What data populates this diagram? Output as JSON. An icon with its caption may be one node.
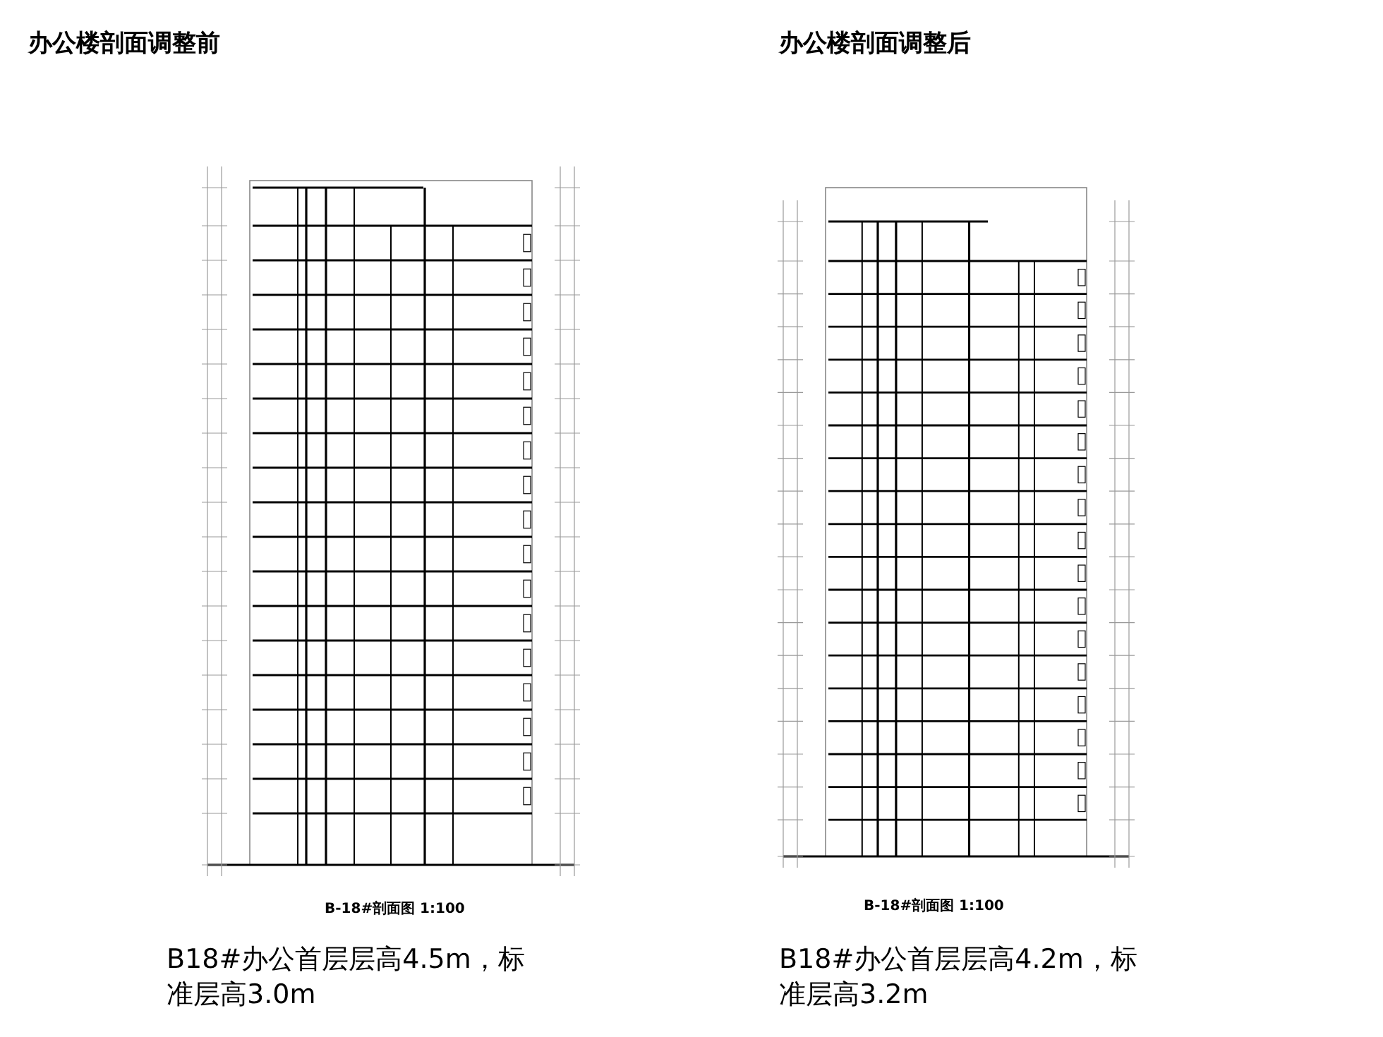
{
  "diagram": {
    "labels": [
      "办公楼剖面调整前",
      "办公楼剖面调整后",
      "B-18#剖面图 1:100",
      "B-18#剖面图 1:100",
      "B18#办公首层层高4.5m，标准层高3.0m",
      "B18#办公首层层高4.2m，标准层高3.2m"
    ]
  }
}
